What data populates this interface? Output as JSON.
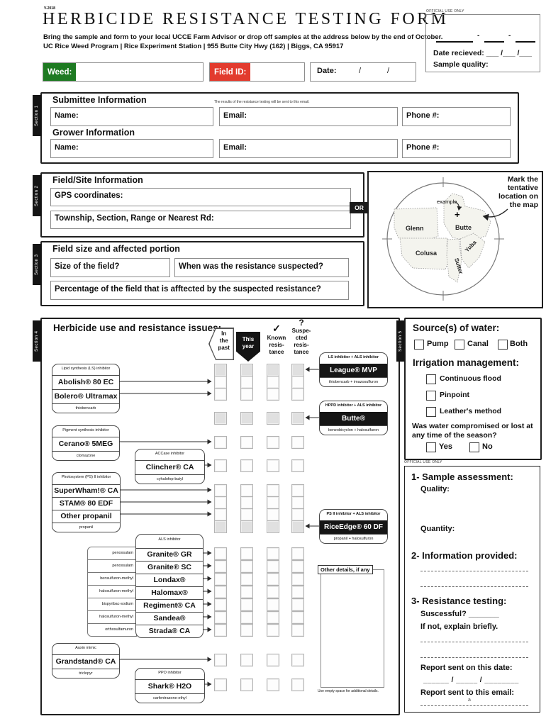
{
  "version": "V-2018",
  "header": {
    "title": "HERBICIDE RESISTANCE TESTING FORM",
    "line1": "Bring the sample and form to your local UCCE Farm Advisor or drop off samples at the address below by the end of October.",
    "line2": "UC Rice Weed Program | Rice Experiment Station | 955 Butte City Hwy (162) | Biggs, CA 95917",
    "weed_label": "Weed:",
    "field_id_label": "Field ID:",
    "date_label": "Date:",
    "slash": "/"
  },
  "colors": {
    "weed_green": "#1e7a22",
    "field_id_red": "#e23b2e"
  },
  "official_top": {
    "label": "OFFICIAL USE ONLY",
    "sep": "-",
    "date_received_label": "Date recieved:",
    "date_blanks": "___ /___ /___",
    "sample_quality_label": "Sample quality:"
  },
  "section1": {
    "tab": "Section 1",
    "submittee_heading": "Submittee Information",
    "note": "The results of the resistance testing will be sent to this email.",
    "grower_heading": "Grower Information",
    "name_label": "Name:",
    "email_label": "Email:",
    "phone_label": "Phone #:"
  },
  "section2": {
    "tab": "Section 2",
    "heading": "Field/Site Information",
    "gps_label": "GPS coordinates:",
    "or_label": "OR",
    "township_label": "Township, Section, Range or Nearest Rd:"
  },
  "map": {
    "instruction": "Mark the tentative location on the map",
    "example_label": "example",
    "plus_glyph": "+",
    "counties": [
      "Glenn",
      "Butte",
      "Colusa",
      "Sutter",
      "Yuba"
    ]
  },
  "section3": {
    "tab": "Section 3",
    "heading": "Field size and affected portion",
    "size_label": "Size of the field?",
    "when_label": "When was the resistance suspected?",
    "percent_label": "Percentage of the field that is afftected by the suspected resistance?"
  },
  "section4": {
    "tab": "Section 4",
    "heading": "Herbicide use and resistance issues:",
    "col_past": [
      "In",
      "the",
      "past"
    ],
    "col_year": [
      "This",
      "year"
    ],
    "check_glyph": "✓",
    "question_glyph": "?",
    "col_known": [
      "Known",
      "resis-",
      "tance"
    ],
    "col_suspected": [
      "Suspe-",
      "cted",
      "resis-",
      "tance"
    ],
    "groups": [
      {
        "label": "Lipid synthesis (LS) inhibitor",
        "products": [
          "Abolish® 80 EC",
          "Bolero® Ultramax"
        ],
        "ingredient": "thiobencarb"
      },
      {
        "label": "Pigment synthesis inhibitor",
        "products": [
          "Cerano® 5MEG"
        ],
        "ingredient": "clomazone"
      },
      {
        "label": "ACCase inhibitor",
        "products": [
          "Clincher® CA"
        ],
        "ingredient": "cyhalofop-butyl"
      },
      {
        "label": "Photosystem (PS) II inhibitor",
        "products": [
          "SuperWham!® CA",
          "STAM® 80 EDF",
          "Other propanil"
        ],
        "ingredient": "propanil"
      },
      {
        "label": "ALS inhibitor",
        "products": [
          "Granite® GR",
          "Granite® SC",
          "Londax®",
          "Halomax®",
          "Regiment® CA",
          "Sandea®",
          "Strada® CA"
        ],
        "ingredients": [
          "penoxsulam",
          "penoxsulam",
          "bensulfuron-methyl",
          "halosulfuron-methyl",
          "bispyribac-sodium",
          "halosulfuron-methyl",
          "orthosulfamuron"
        ]
      },
      {
        "label": "Auxin mimic",
        "products": [
          "Grandstand® CA"
        ],
        "ingredient": "triclopyr"
      },
      {
        "label": "PPO inhibitor",
        "products": [
          "Shark® H2O"
        ],
        "ingredient": "carfentrazone-ethyl"
      }
    ],
    "combos": [
      {
        "label": "LS inhibitor + ALS inhibitor",
        "product": "League® MVP",
        "ingredient": "thiobencarb + imazosulfuron"
      },
      {
        "label": "HPPD inhibitor + ALS inhibitor",
        "product": "Butte®",
        "ingredient": "benzobicyclon + halosulfuron"
      },
      {
        "label": "PS II inhibitor + ALS inhibitor",
        "product": "RiceEdge® 60 DF",
        "ingredient": "propanil + halosulfuron"
      }
    ],
    "other_details_label": "Other details, if any",
    "footnote": "Use empty space for additional details."
  },
  "section5": {
    "tab": "Section 5",
    "water_heading": "Source(s) of water:",
    "water_options": [
      "Pump",
      "Canal",
      "Both"
    ],
    "irrigation_heading": "Irrigation management:",
    "irrigation_options": [
      "Continuous flood",
      "Pinpoint",
      "Leather's method"
    ],
    "question": "Was water compromised or lost at any time of the season?",
    "yes_label": "Yes",
    "no_label": "No"
  },
  "official_bottom": {
    "label": "OFFICIAL USE ONLY",
    "item1": "1- Sample assessment:",
    "quality_label": "Quality:",
    "quantity_label": "Quantity:",
    "item2": "2- Information provided:",
    "item3": "3- Resistance testing:",
    "successful_label": "Suscessful?  _______",
    "explain_label": "If not, explain briefly.",
    "report_date_label": "Report sent on this date:",
    "report_date_blanks": "______  /  _____  /  ________",
    "report_email_label": "Report sent to this email:",
    "email_hint": "a"
  }
}
